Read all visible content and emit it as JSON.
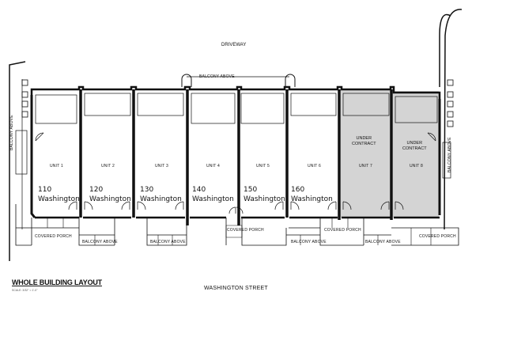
{
  "labels": {
    "driveway": "DRIVEWAY",
    "balcony_top": "BALCONY ABOVE",
    "balcony_side_left": "BALCONY ABOVE",
    "balcony_side_right": "BALCONY ABOVE",
    "street": "WASHINGTON STREET",
    "title": "WHOLE BUILDING LAYOUT",
    "scale": "SCALE: 3/32\" = 1'-0\""
  },
  "units": [
    {
      "name": "UNIT 1",
      "address": [
        "110",
        "Washington"
      ],
      "status": ""
    },
    {
      "name": "UNIT 2",
      "address": [
        "120",
        "Washington"
      ],
      "status": ""
    },
    {
      "name": "UNIT 3",
      "address": [
        "130",
        "Washington"
      ],
      "status": ""
    },
    {
      "name": "UNIT 4",
      "address": [
        "140",
        "Washington"
      ],
      "status": ""
    },
    {
      "name": "UNIT 5",
      "address": [
        "150",
        "Washington"
      ],
      "status": ""
    },
    {
      "name": "UNIT 6",
      "address": [
        "160",
        "Washington"
      ],
      "status": ""
    },
    {
      "name": "UNIT 7",
      "address": [
        "",
        ""
      ],
      "status": [
        "UNDER",
        "CONTRACT"
      ]
    },
    {
      "name": "UNIT 8",
      "address": [
        "",
        ""
      ],
      "status": [
        "UNDER",
        "CONTRACT"
      ]
    }
  ],
  "porches": [
    "COVERED PORCH",
    "COVERED PORCH",
    "COVERED PORCH",
    "COVERED PORCH"
  ],
  "bottom_balconies": [
    "BALCONY ABOVE",
    "BALCONY ABOVE",
    "BALCONY ABOVE",
    "BALCONY ABOVE"
  ],
  "colors": {
    "line": "#111111",
    "contract_fill": "#d4d4d4",
    "background": "#ffffff"
  }
}
